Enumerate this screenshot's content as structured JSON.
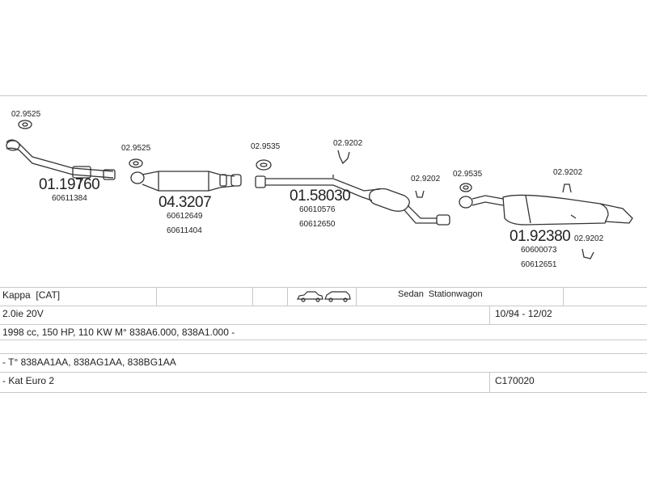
{
  "parts": {
    "gasket_1": "02.9525",
    "front_pipe": {
      "code": "01.19760",
      "ref": "60611384"
    },
    "gasket_2": "02.9525",
    "catalyst": {
      "code": "04.3207",
      "ref1": "60612649",
      "ref2": "60611404"
    },
    "gasket_3": "02.9535",
    "hanger_1": "02.9202",
    "middle_pipe": {
      "code": "01.58030",
      "ref1": "60610576",
      "ref2": "60612650"
    },
    "hanger_2": "02.9202",
    "gasket_4": "02.9535",
    "hanger_3": "02.9202",
    "rear_silencer": {
      "code": "01.92380",
      "ref1": "60600073",
      "ref2": "60612651"
    },
    "hanger_4": "02.9202"
  },
  "table": {
    "model": "Kappa  [CAT]",
    "body_types": "Sedan  Stationwagon",
    "engine": "2.0ie 20V",
    "years": "10/94 - 12/02",
    "specs": "1998 cc, 150 HP, 110 KW M° 838A6.000, 838A1.000 -",
    "types": "- T° 838AA1AA, 838AG1AA, 838BG1AA",
    "emission": "- Kat Euro 2",
    "code": "C170020"
  },
  "icons": [
    "sedan-icon",
    "stationwagon-icon"
  ]
}
